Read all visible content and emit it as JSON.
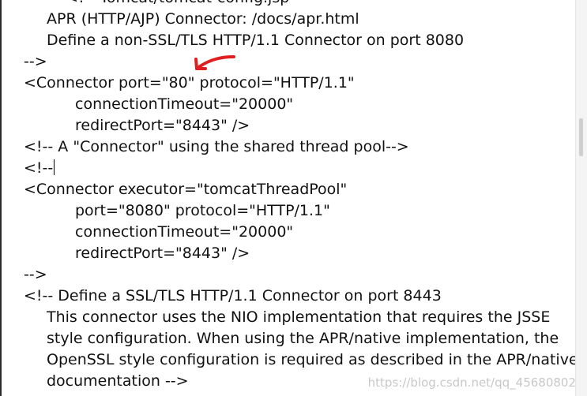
{
  "editor": {
    "lines": [
      "    <!-- Tomcat/tomcat-config.jsp",
      "APR (HTTP/AJP) Connector: /docs/apr.html",
      "Define a non-SSL/TLS HTTP/1.1 Connector on port 8080",
      "-->",
      "<Connector port=\"80\" protocol=\"HTTP/1.1\"",
      "connectionTimeout=\"20000\"",
      "redirectPort=\"8443\" />",
      "<!-- A \"Connector\" using the shared thread pool-->",
      "<!--",
      "<Connector executor=\"tomcatThreadPool\"",
      "port=\"8080\" protocol=\"HTTP/1.1\"",
      "connectionTimeout=\"20000\"",
      "redirectPort=\"8443\" />",
      "-->",
      "<!-- Define a SSL/TLS HTTP/1.1 Connector on port 8443",
      "This connector uses the NIO implementation that requires the JSSE",
      "style configuration. When using the APR/native implementation, the",
      "OpenSSL style configuration is required as described in the APR/native",
      "documentation -->",
      "<!--"
    ]
  },
  "annotation": {
    "color": "#e02020",
    "icon": "red-arrow-annotation"
  },
  "watermark": {
    "text": "https://blog.csdn.net/qq_45680802"
  },
  "colors": {
    "text": "#111111",
    "background": "#ffffff"
  }
}
